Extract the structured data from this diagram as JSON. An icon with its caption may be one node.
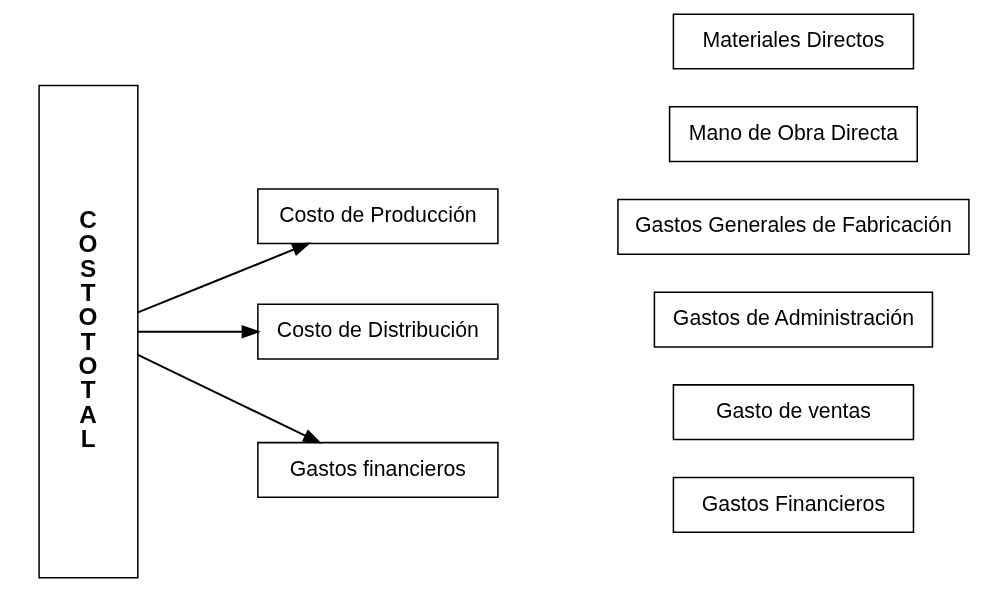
{
  "diagram": {
    "nodes": [
      {
        "text": [
          "C O S T O T O T A L"
        ]
      },
      {
        "text": [
          "Costo de Producción"
        ]
      },
      {
        "text": [
          "Costo de Distribución"
        ]
      },
      {
        "text": [
          "Gastos financieros"
        ]
      },
      {
        "text": [
          "Materiales Directos"
        ]
      },
      {
        "text": [
          "Mano de Obra Directa"
        ]
      },
      {
        "text": [
          "Gastos Generales de Fabricación"
        ]
      },
      {
        "text": [
          "Gastos de Administración"
        ]
      },
      {
        "text": [
          "Gasto de ventas"
        ]
      },
      {
        "text": [
          "Gastos Financieros"
        ]
      }
    ],
    "edges": [
      {
        "from": 0,
        "to": 1,
        "arrow": "to"
      },
      {
        "from": 0,
        "to": 2,
        "arrow": "to"
      },
      {
        "from": 0,
        "to": 3,
        "arrow": "to"
      }
    ]
  }
}
